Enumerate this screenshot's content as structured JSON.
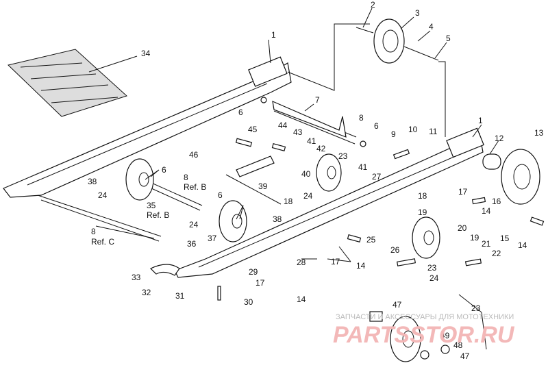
{
  "labels": {
    "l1a": "1",
    "l1b": "1",
    "l2": "2",
    "l3": "3",
    "l4": "4",
    "l5": "5",
    "l6a": "6",
    "l6b": "6",
    "l6c": "6",
    "l6d": "6",
    "l7": "7",
    "l8a": "8",
    "l8b": "8",
    "l8c": "8",
    "l9": "9",
    "l10": "10",
    "l11": "11",
    "l12": "12",
    "l13": "13",
    "l14a": "14",
    "l14b": "14",
    "l14c": "14",
    "l14d": "14",
    "l15": "15",
    "l16": "16",
    "l17a": "17",
    "l17b": "17",
    "l17c": "17",
    "l18a": "18",
    "l18b": "18",
    "l19a": "19",
    "l19b": "19",
    "l20": "20",
    "l21": "21",
    "l22": "22",
    "l23a": "23",
    "l23b": "23",
    "l23c": "23",
    "l24a": "24",
    "l24b": "24",
    "l24c": "24",
    "l24d": "24",
    "l25": "25",
    "l26": "26",
    "l27": "27",
    "l28": "28",
    "l29": "29",
    "l30": "30",
    "l31": "31",
    "l32": "32",
    "l33": "33",
    "l34": "34",
    "l35": "35",
    "l36": "36",
    "l37": "37",
    "l38a": "38",
    "l38b": "38",
    "l39": "39",
    "l40": "40",
    "l41a": "41",
    "l41b": "41",
    "l42": "42",
    "l43": "43",
    "l44": "44",
    "l45": "45",
    "l46": "46",
    "l47a": "47",
    "l47b": "47",
    "l48": "48",
    "l49": "49"
  },
  "refs": {
    "ref_b1": "Ref. B",
    "ref_b2": "Ref. B",
    "ref_c": "Ref. C"
  },
  "watermark": {
    "caption": "ЗАПЧАСТИ И АКСЕССУАРЫ ДЛЯ МОТОТЕХНИКИ",
    "logo": "PARTSSTOR.RU"
  }
}
